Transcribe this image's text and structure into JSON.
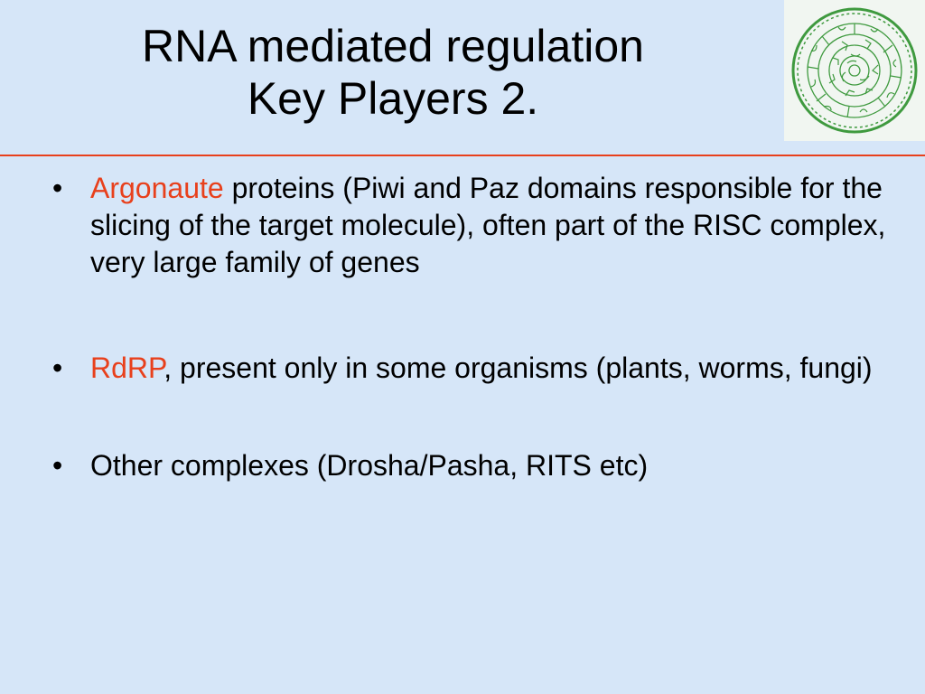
{
  "slide": {
    "title_line1": "RNA mediated regulation",
    "title_line2": "Key Players 2.",
    "logo_icon": "phaistos-disc-icon",
    "colors": {
      "background": "#d6e6f8",
      "accent": "#e8401c",
      "logo_green": "#3f9a3f"
    },
    "bullets": [
      {
        "highlight": "Argonaute",
        "text": " proteins (Piwi and Paz domains responsible for the slicing of the target molecule), often part of the RISC complex, very large family of genes"
      },
      {
        "highlight": "RdRP",
        "text": ", present only in some organisms (plants, worms, fungi)"
      },
      {
        "highlight": "",
        "text": "Other complexes (Drosha/Pasha, RITS etc)"
      }
    ],
    "bullet_glyph": "•"
  }
}
